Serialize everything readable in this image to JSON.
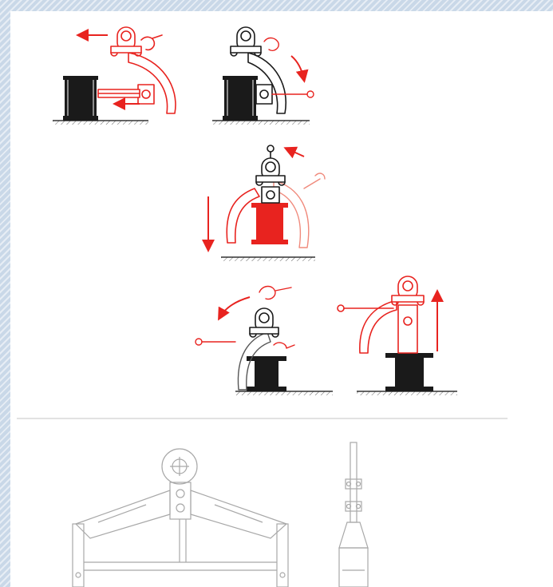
{
  "title": "",
  "colors": {
    "accent": "#e8231f",
    "accent_light": "#f08a7c",
    "ink": "#1a1a1a",
    "ink_light": "#555555",
    "drawing_line": "#a8a8a8",
    "divider": "#d9d9d9",
    "background": "#ffffff",
    "frame": "#c9d8e8"
  },
  "steps": [
    {
      "id": 1,
      "reel": "black",
      "arrows": [
        "left",
        "left-under"
      ],
      "highlight": "red"
    },
    {
      "id": 2,
      "reel": "black",
      "arrows": [
        "down-right"
      ],
      "highlight": "black"
    },
    {
      "id": 3,
      "reel": "red",
      "arrows": [
        "down",
        "up-left"
      ],
      "highlight": "mixed"
    },
    {
      "id": 4,
      "reel": "black",
      "arrows": [
        "down-left"
      ],
      "highlight": "mixed"
    },
    {
      "id": 5,
      "reel": "black",
      "arrows": [
        "up"
      ],
      "highlight": "red"
    }
  ],
  "technical_drawing": {
    "views": [
      "front-view",
      "side-view"
    ]
  }
}
